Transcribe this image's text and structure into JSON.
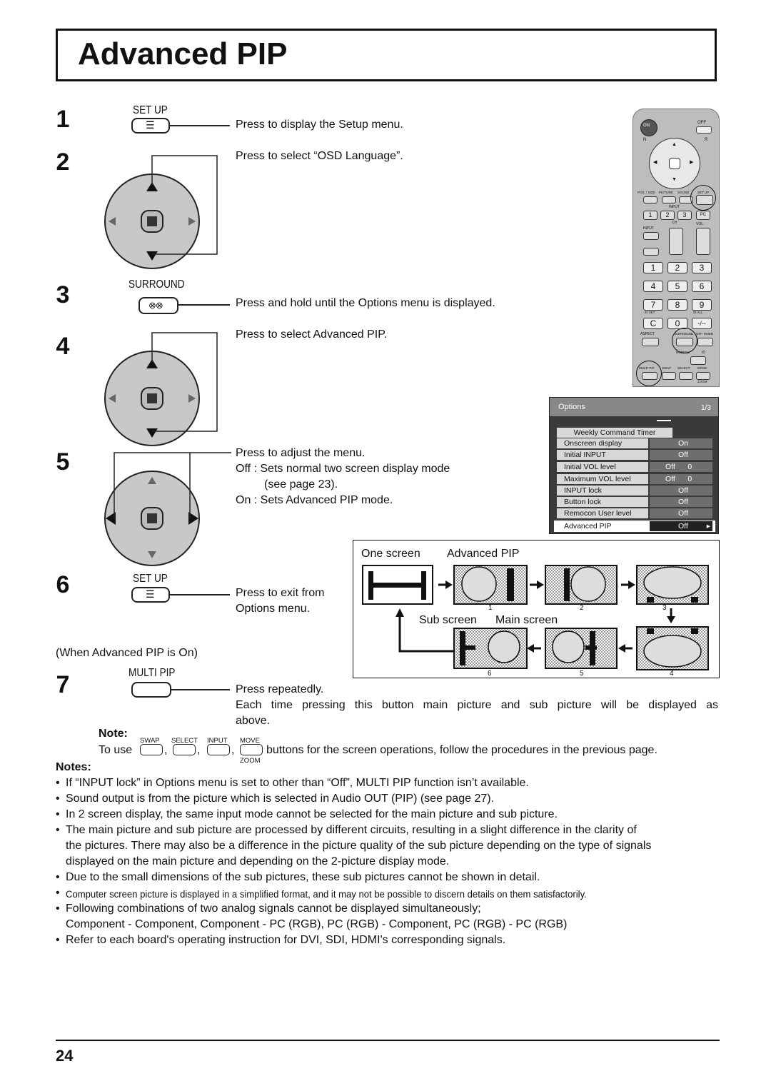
{
  "title": "Advanced PIP",
  "steps": {
    "s1": {
      "num": "1",
      "button": "SET UP",
      "text": "Press to display the Setup menu."
    },
    "s2": {
      "num": "2",
      "text": "Press to select “OSD Language”."
    },
    "s3": {
      "num": "3",
      "button": "SURROUND",
      "text": "Press and hold until the Options menu is displayed."
    },
    "s4": {
      "num": "4",
      "text": "Press to select Advanced PIP."
    },
    "s5": {
      "num": "5",
      "text": "Press to adjust the menu.",
      "off_line": "Off : Sets normal two screen display mode",
      "off_line2": "(see page 23).",
      "on_line": "On : Sets Advanced PIP mode."
    },
    "s6": {
      "num": "6",
      "button": "SET UP",
      "text1": "Press to exit from",
      "text2": "Options menu."
    },
    "when": "(When Advanced PIP is On)",
    "s7": {
      "num": "7",
      "button": "MULTI PIP",
      "text": "Press repeatedly.",
      "text_long1": "Each time pressing this button main picture and sub picture will be displayed as",
      "text_long2": "above."
    }
  },
  "remote": {
    "on": "ON",
    "off": "OFF",
    "n": "N",
    "r": "R",
    "pos_size": "POS. / SIZE",
    "picture": "PICTURE",
    "sound": "SOUND",
    "setup": "SET UP",
    "input": "INPUT",
    "ch": "CH",
    "vol": "VOL",
    "pc": "PC",
    "nums": [
      "1",
      "2",
      "3",
      "4",
      "5",
      "6",
      "7",
      "8",
      "9"
    ],
    "c": "C",
    "zero": "0",
    "dash": "-/--",
    "id_set": "ID SET",
    "id_all": "ID ALL",
    "aspect": "ASPECT",
    "surround": "SURROUND",
    "off_timer": "OFF TIMER",
    "normal": "NORMAL",
    "id": "ID",
    "multi_pip": "MULTI PIP",
    "swap": "SWAP",
    "select": "SELECT",
    "move": "MOVE",
    "zoom": "ZOOM"
  },
  "options_menu": {
    "title": "Options",
    "page": "1/3",
    "header_item": "Weekly Command Timer",
    "rows": [
      {
        "label": "Onscreen display",
        "value": "On"
      },
      {
        "label": "Initial INPUT",
        "value": "Off"
      },
      {
        "label": "Initial VOL level",
        "value": "Off      0"
      },
      {
        "label": "Maximum VOL level",
        "value": "Off      0"
      },
      {
        "label": "INPUT lock",
        "value": "Off"
      },
      {
        "label": "Button lock",
        "value": "Off"
      },
      {
        "label": "Remocon User level",
        "value": "Off"
      },
      {
        "label": "Advanced PIP",
        "value": "Off"
      }
    ]
  },
  "diagram": {
    "one_screen": "One screen",
    "advanced_pip": "Advanced PIP",
    "sub_screen": "Sub screen",
    "main_screen": "Main screen",
    "numbers": [
      "1",
      "2",
      "3",
      "4",
      "5",
      "6"
    ]
  },
  "note": {
    "heading": "Note:",
    "to_use": "To use",
    "btn_labels": [
      "SWAP",
      "SELECT",
      "INPUT",
      "MOVE"
    ],
    "zoom": "ZOOM",
    "comma": ",",
    "rest": "buttons for the screen operations, follow the procedures in the previous page."
  },
  "notes": {
    "heading": "Notes:",
    "items": [
      "If “INPUT lock” in Options menu is set to other than “Off”, MULTI PIP function isn’t available.",
      "Sound output is from the picture which is selected in Audio OUT (PIP) (see page 27).",
      "In 2 screen display, the same input mode cannot be selected for the main picture and sub picture.",
      "The main picture and sub picture are processed by different circuits, resulting in a slight difference in the clarity of",
      "the pictures. There may also be a difference in the picture quality of the sub picture depending on the type of signals",
      "displayed on the main picture and depending on the 2-picture display mode.",
      "Due to the small dimensions of the sub pictures, these sub pictures cannot be shown in detail.",
      "Computer screen picture is displayed in a simplified format, and it may not be possible to discern details on them satisfactorily.",
      "Following combinations of two analog signals cannot be displayed simultaneously;",
      "Component - Component, Component - PC (RGB), PC (RGB) - Component, PC (RGB) - PC (RGB)",
      "Refer to each board's operating instruction for DVI, SDI, HDMI's corresponding signals."
    ],
    "bullet": "•"
  },
  "page_number": "24"
}
